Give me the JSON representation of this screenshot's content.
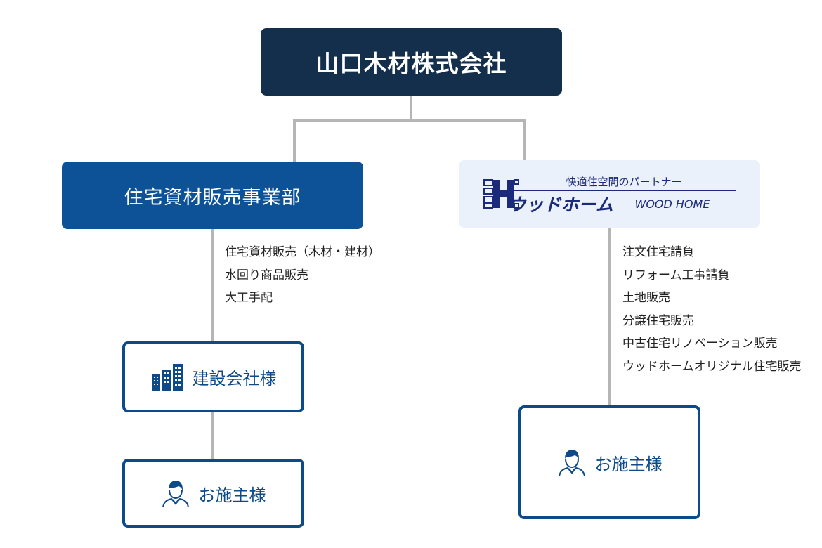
{
  "company": {
    "name": "山口木材株式会社"
  },
  "department": {
    "name": "住宅資材販売事業部"
  },
  "brand": {
    "tagline": "快適住空間のパートナー",
    "name_kana": "ウッドホーム",
    "name_en": "WOOD HOME"
  },
  "department_services": [
    "住宅資材販売（木材・建材）",
    "水回り商品販売",
    "大工手配"
  ],
  "brand_services": [
    "注文住宅請負",
    "リフォーム工事請負",
    "土地販売",
    "分譲住宅販売",
    "中古住宅リノベーション販売",
    "ウッドホームオリジナル住宅販売"
  ],
  "customers": {
    "construction": {
      "label": "建設会社様",
      "icon": "building-icon"
    },
    "owner_left": {
      "label": "お施主様",
      "icon": "person-icon"
    },
    "owner_right": {
      "label": "お施主様",
      "icon": "person-icon"
    }
  },
  "colors": {
    "navy": "#132f4c",
    "blue": "#0d5296",
    "border": "#0d4a8a",
    "logo_bg": "#eaf1fa",
    "connector": "#b5b5b5"
  }
}
